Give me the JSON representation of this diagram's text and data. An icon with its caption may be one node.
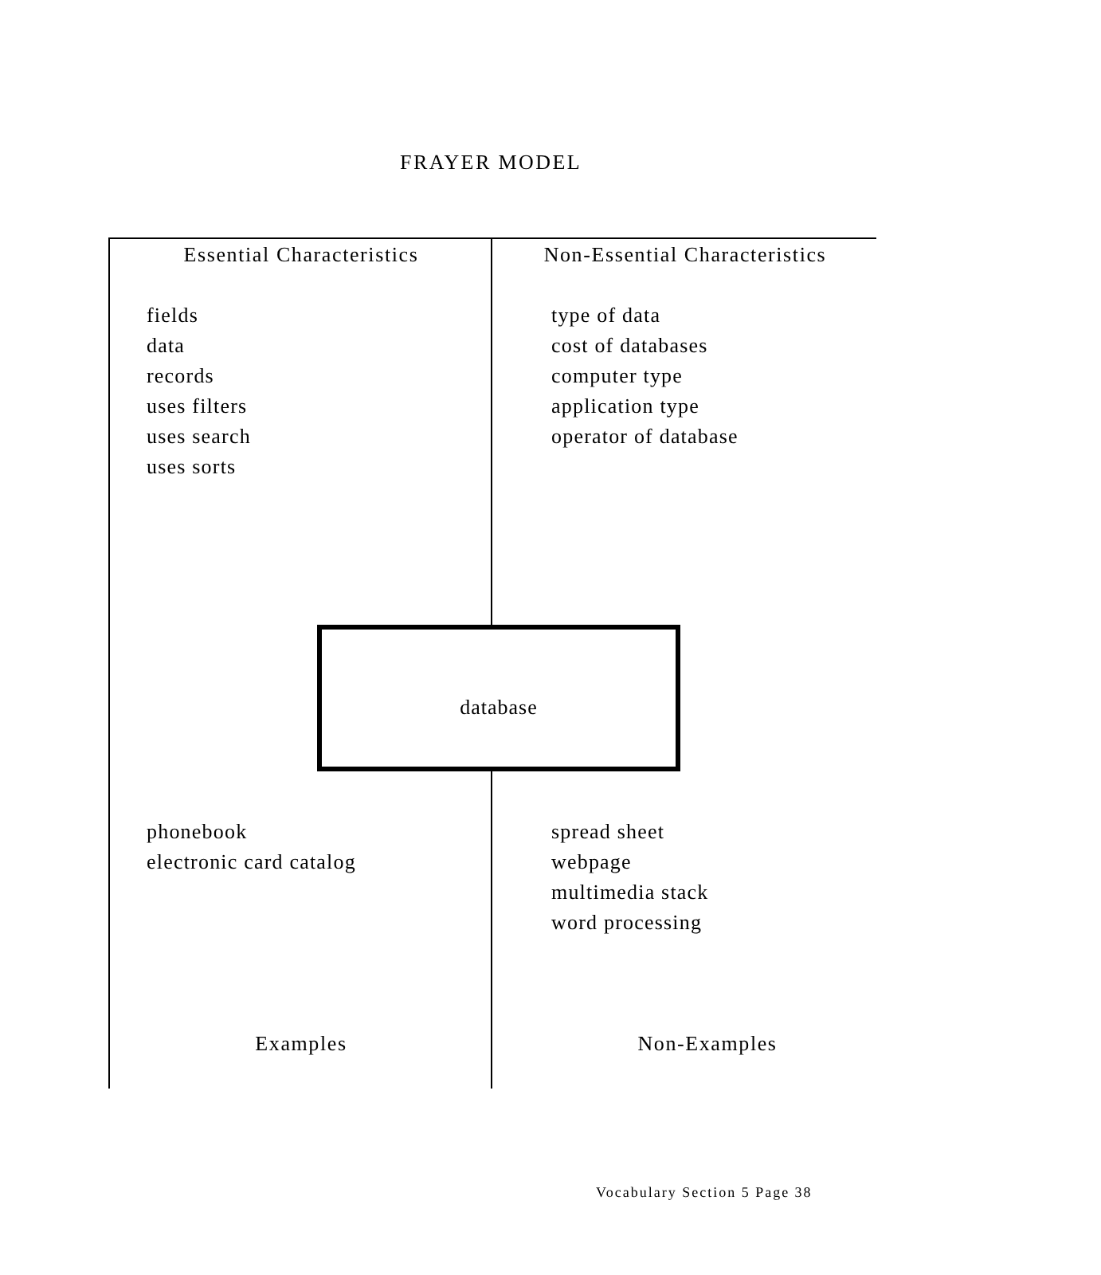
{
  "diagram": {
    "title": "FRAYER MODEL",
    "nodes": [
      {
        "text": [
          "Essential Characteristics",
          "fields",
          "data",
          "records",
          "uses filters",
          "uses search",
          "uses sorts"
        ]
      },
      {
        "text": [
          "Non-Essential Characteristics",
          "type of data",
          "cost of databases",
          "computer type",
          "application type",
          "operator of database"
        ]
      },
      {
        "text": [
          "database"
        ]
      },
      {
        "text": [
          "phonebook",
          "electronic card catalog",
          "Examples"
        ]
      },
      {
        "text": [
          "spread sheet",
          "webpage",
          "multimedia stack",
          "word processing",
          "Non-Examples"
        ]
      }
    ],
    "labels": [
      "Vocabulary Section 5 Page 38"
    ]
  }
}
